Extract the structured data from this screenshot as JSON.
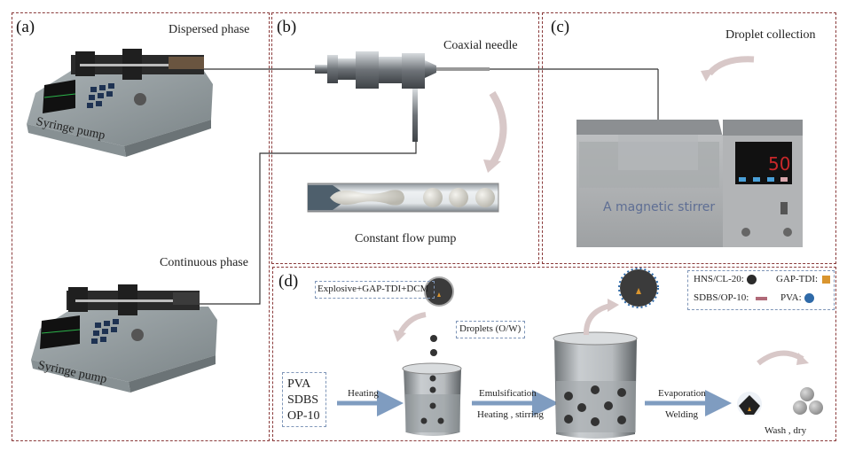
{
  "panels": {
    "a": {
      "label": "(a)",
      "dispersed_phase": "Dispersed phase",
      "continuous_phase": "Continuous phase",
      "pump_label_top": "Syringe pump",
      "pump_label_bottom": "Syringe pump"
    },
    "b": {
      "label": "(b)",
      "coaxial_needle": "Coaxial needle",
      "constant_flow_pump": "Constant flow pump"
    },
    "c": {
      "label": "(c)",
      "droplet_collection": "Droplet collection",
      "stirrer_label": "A magnetic stirrer",
      "display_value": "50"
    },
    "d": {
      "label": "(d)",
      "oil_phase": "Explosive+GAP-TDI+DCM",
      "droplets": "Droplets (O/W)",
      "aqueous": [
        "PVA",
        "SDBS",
        "OP-10"
      ],
      "step1": "Heating",
      "step2_top": "Emulsification",
      "step2_bottom": "Heating , stirring",
      "step3_top": "Evaporation",
      "step3_bottom": "Welding",
      "final": "Wash , dry",
      "legend": [
        {
          "label": "HNS/CL-20:",
          "color": "#2b2b2b"
        },
        {
          "label": "GAP-TDI:",
          "color": "#d9952f"
        },
        {
          "label": "SDBS/OP-10:",
          "color": "#b06a78"
        },
        {
          "label": "PVA:",
          "color": "#2f6aa8"
        }
      ]
    }
  },
  "colors": {
    "panel_border": "#8a3a3a",
    "legend_border": "#7f96b8",
    "arrow_blue": "#7f9cc0",
    "curved_arrow": "#d8c8c8",
    "display_red": "#c8282a"
  }
}
